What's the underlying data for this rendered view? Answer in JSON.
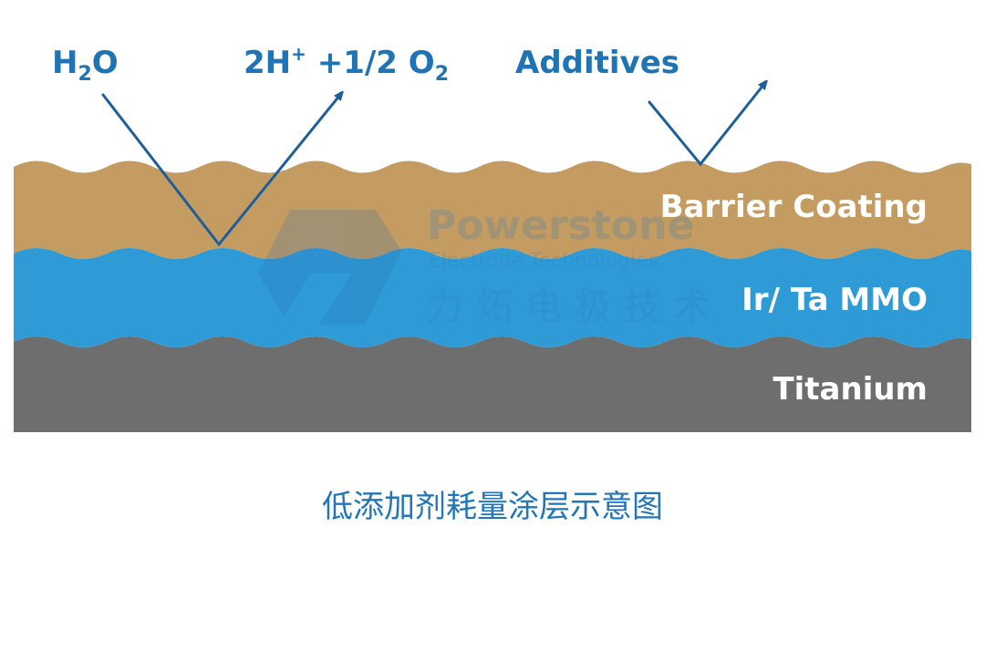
{
  "labels": {
    "water": {
      "main": "H",
      "sub": "2",
      "tail": "O"
    },
    "products": {
      "a": "2H",
      "sup": "+",
      "b": " +1/2 O",
      "sub": "2"
    },
    "additives": "Additives"
  },
  "layers": {
    "barrier": "Barrier Coating",
    "mmo": "Ir/ Ta MMO",
    "substrate": "Titanium"
  },
  "watermark": {
    "name": "Powerstone",
    "subtitle": "Electrode Technologies",
    "chinese": "力炻电极技术"
  },
  "caption": "低添加剂耗量涂层示意图",
  "colors": {
    "barrier": "#c49b60",
    "mmo": "#2e9bd6",
    "substrate": "#6e6e6e",
    "arrow": "#1f5f99",
    "text": "#1f74b5"
  }
}
